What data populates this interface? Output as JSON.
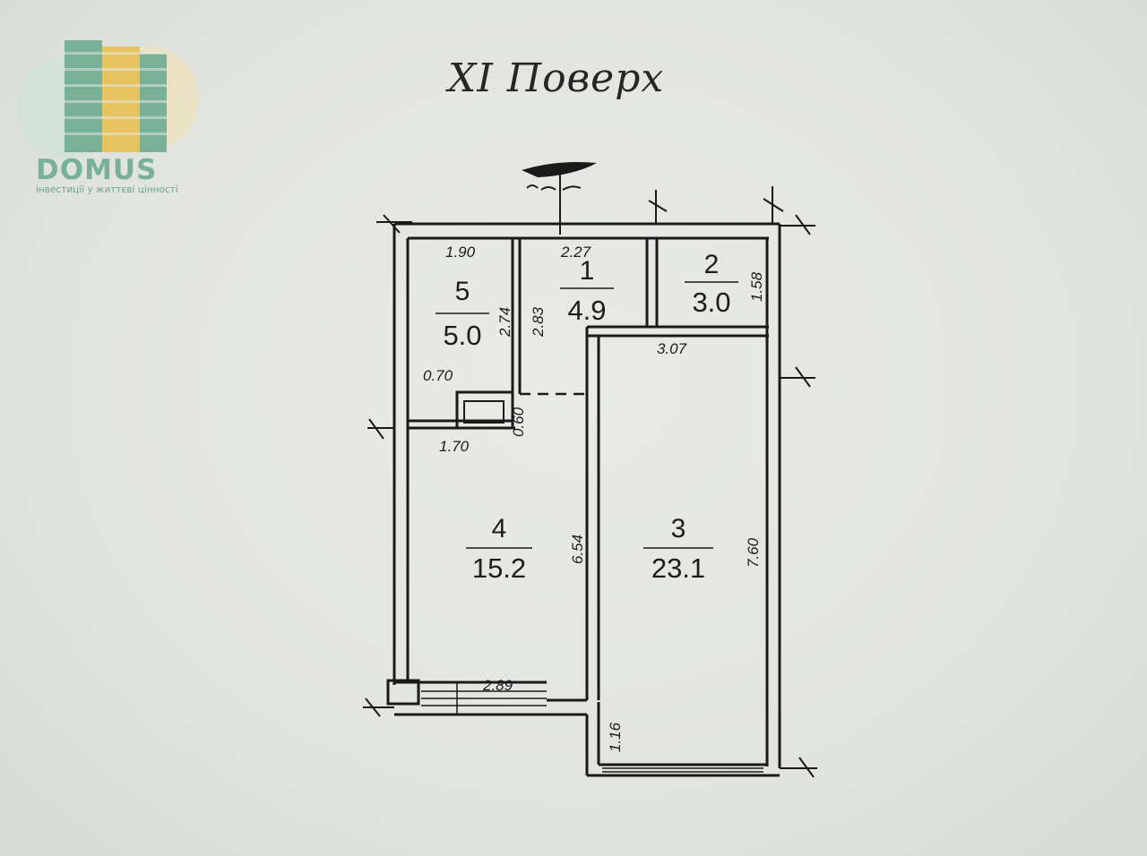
{
  "header": {
    "title": "XI Поверх"
  },
  "logo": {
    "name": "DOMUS",
    "tagline": "інвестиції у життєві цінності",
    "colors": {
      "green": "#78b098",
      "yellow": "#e6c35f",
      "mint": "#cfe3d8"
    }
  },
  "rooms": [
    {
      "number": "1",
      "area": "4.9"
    },
    {
      "number": "2",
      "area": "3.0"
    },
    {
      "number": "3",
      "area": "23.1"
    },
    {
      "number": "4",
      "area": "15.2"
    },
    {
      "number": "5",
      "area": "5.0"
    }
  ],
  "dimensions": {
    "r5_width": "1.90",
    "r1_width": "2.27",
    "r2_depth": "1.58",
    "r5_depth": "2.74",
    "r1_depth": "2.83",
    "r3_width": "3.07",
    "duct_width": "0.70",
    "duct_depth": "0.60",
    "r4_top_width": "1.70",
    "r4_depth": "6.54",
    "r3_depth": "7.60",
    "window_width": "2.89",
    "balcony_depth": "1.16"
  },
  "colors": {
    "line": "#1a1a1a",
    "paper": "#e4e6e1"
  }
}
